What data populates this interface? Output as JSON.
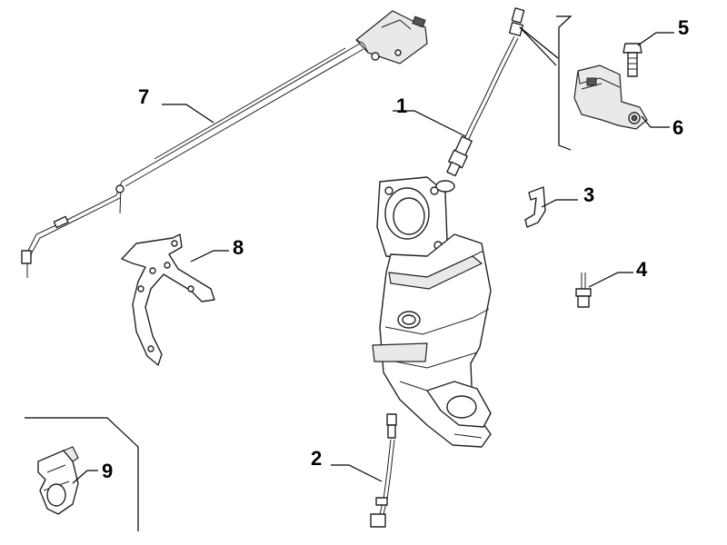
{
  "callouts": [
    {
      "id": "1",
      "label": "1",
      "part": "upstream-oxygen-sensor"
    },
    {
      "id": "2",
      "label": "2",
      "part": "downstream-oxygen-sensor"
    },
    {
      "id": "3",
      "label": "3",
      "part": "sensor-clip"
    },
    {
      "id": "4",
      "label": "4",
      "part": "stud-bolt"
    },
    {
      "id": "5",
      "label": "5",
      "part": "bolt"
    },
    {
      "id": "6",
      "label": "6",
      "part": "bracket-block"
    },
    {
      "id": "7",
      "label": "7",
      "part": "temperature-sensor-harness"
    },
    {
      "id": "8",
      "label": "8",
      "part": "mounting-bracket"
    },
    {
      "id": "9",
      "label": "9",
      "part": "cable-clip"
    }
  ]
}
